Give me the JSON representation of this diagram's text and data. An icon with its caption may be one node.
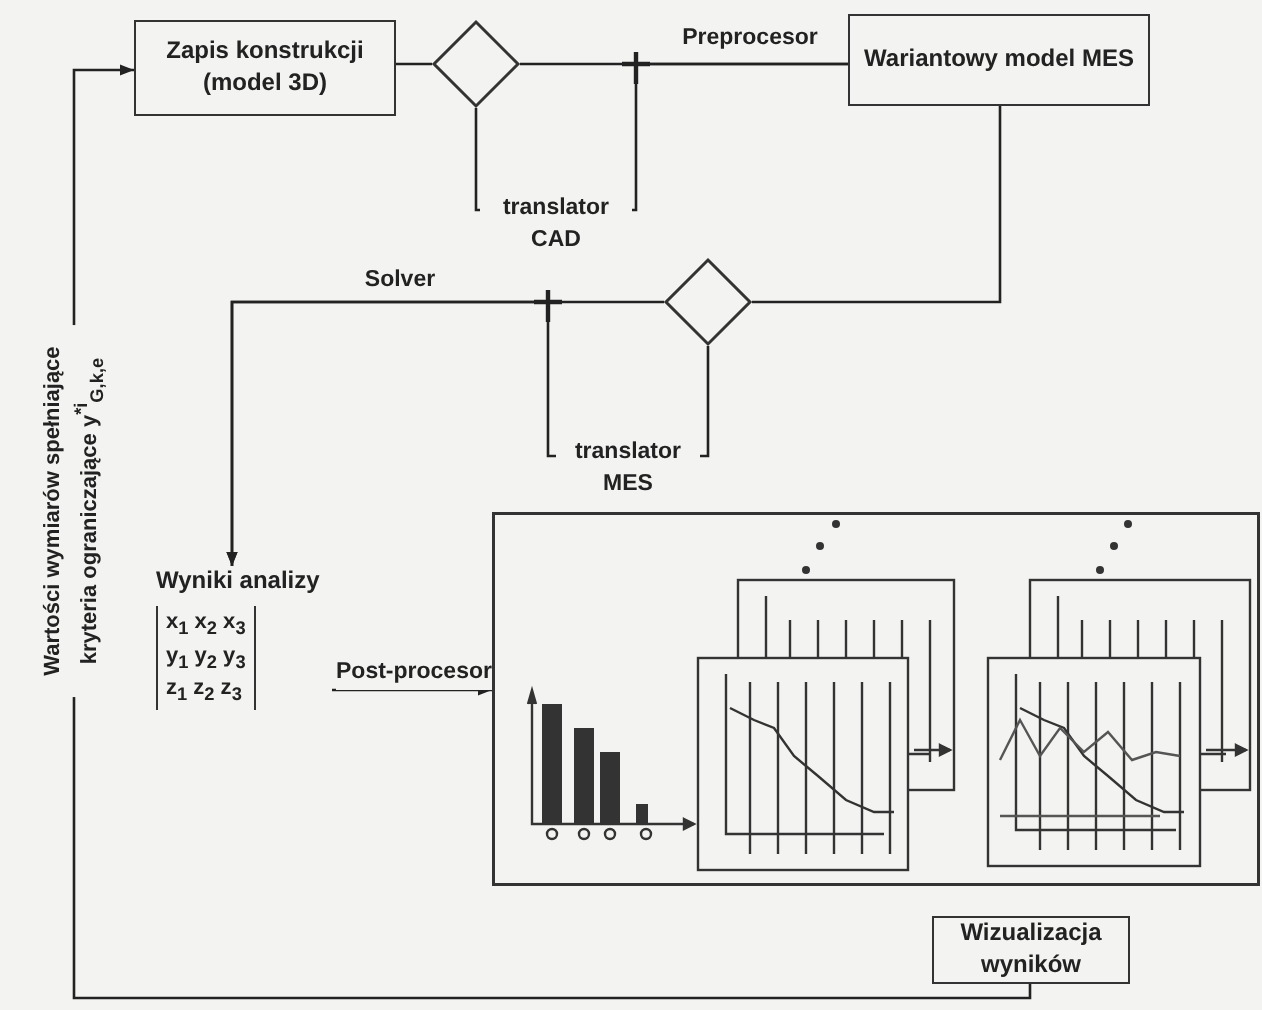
{
  "diagram": {
    "nodes": [
      {
        "text": [
          "Zapis konstrukcji (model 3D)"
        ]
      },
      {
        "text": [],
        "shape": "diamond"
      },
      {
        "text": [
          "Wariantowy model MES"
        ]
      },
      {
        "text": [],
        "shape": "diamond"
      },
      {
        "text": [
          "Wyniki analizy",
          "x$_{1}$ x$_{2}$ x$_{3}$ y$_{1}$ y$_{2}$ y$_{3}$ z$_{1}$ z$_{2}$ z$_{3}$"
        ]
      },
      {
        "text": [],
        "shape": "box"
      },
      {
        "text": [
          "Wizualizacja wyników"
        ]
      }
    ],
    "edges": [
      {
        "from": 0,
        "to": 1,
        "arrow": "none"
      },
      {
        "from": 1,
        "to": 2,
        "arrow": "none",
        "label": "Preprocesor"
      },
      {
        "from": 1,
        "to": 2,
        "arrow": "none",
        "label": "translator CAD"
      },
      {
        "from": 2,
        "to": 3,
        "arrow": "none"
      },
      {
        "from": 3,
        "to": 4,
        "arrow": "to",
        "label": "Solver"
      },
      {
        "from": 3,
        "to": 4,
        "arrow": "to",
        "label": "translator MES"
      },
      {
        "from": 4,
        "to": 5,
        "arrow": "to",
        "label": "Post-procesor"
      },
      {
        "from": 6,
        "to": 0,
        "arrow": "to",
        "label": "Wartości wymiarów spełniające kryteria ograniczające y$^{*i}$$_{G,k,e}$"
      }
    ]
  }
}
